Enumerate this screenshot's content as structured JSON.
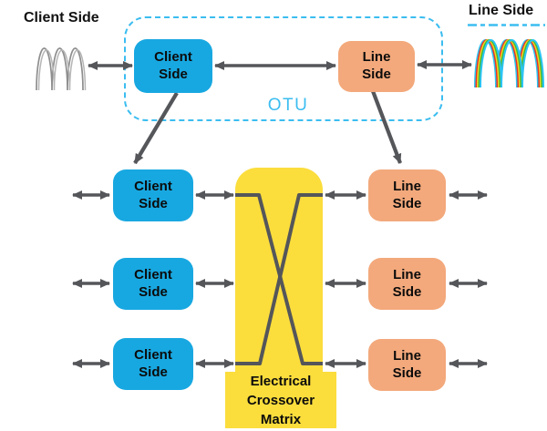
{
  "colors": {
    "client_blue": "#18A8E1",
    "line_orange": "#F3A97C",
    "matrix_yellow": "#FBDD3C",
    "arrow_gray": "#54565A",
    "otu_cyan": "#3BBDF0",
    "wave_gray": "#8E8E8E",
    "wave_gray_light": "#B5B5B5",
    "wave_red": "#E5352B",
    "wave_yellow": "#F7D21E",
    "wave_green": "#3FBB3A",
    "wave_cyan": "#2BC4F3"
  },
  "top": {
    "client_title": "Client Side",
    "line_title": "Line Side",
    "otu_label": "OTU",
    "client_box": "Client\nSide",
    "line_box": "Line\nSide"
  },
  "lower": {
    "client_boxes": [
      "Client\nSide",
      "Client\nSide",
      "Client\nSide"
    ],
    "line_boxes": [
      "Line\nSide",
      "Line\nSide",
      "Line\nSide"
    ],
    "matrix_label": "Electrical\nCrossover\nMatrix"
  }
}
